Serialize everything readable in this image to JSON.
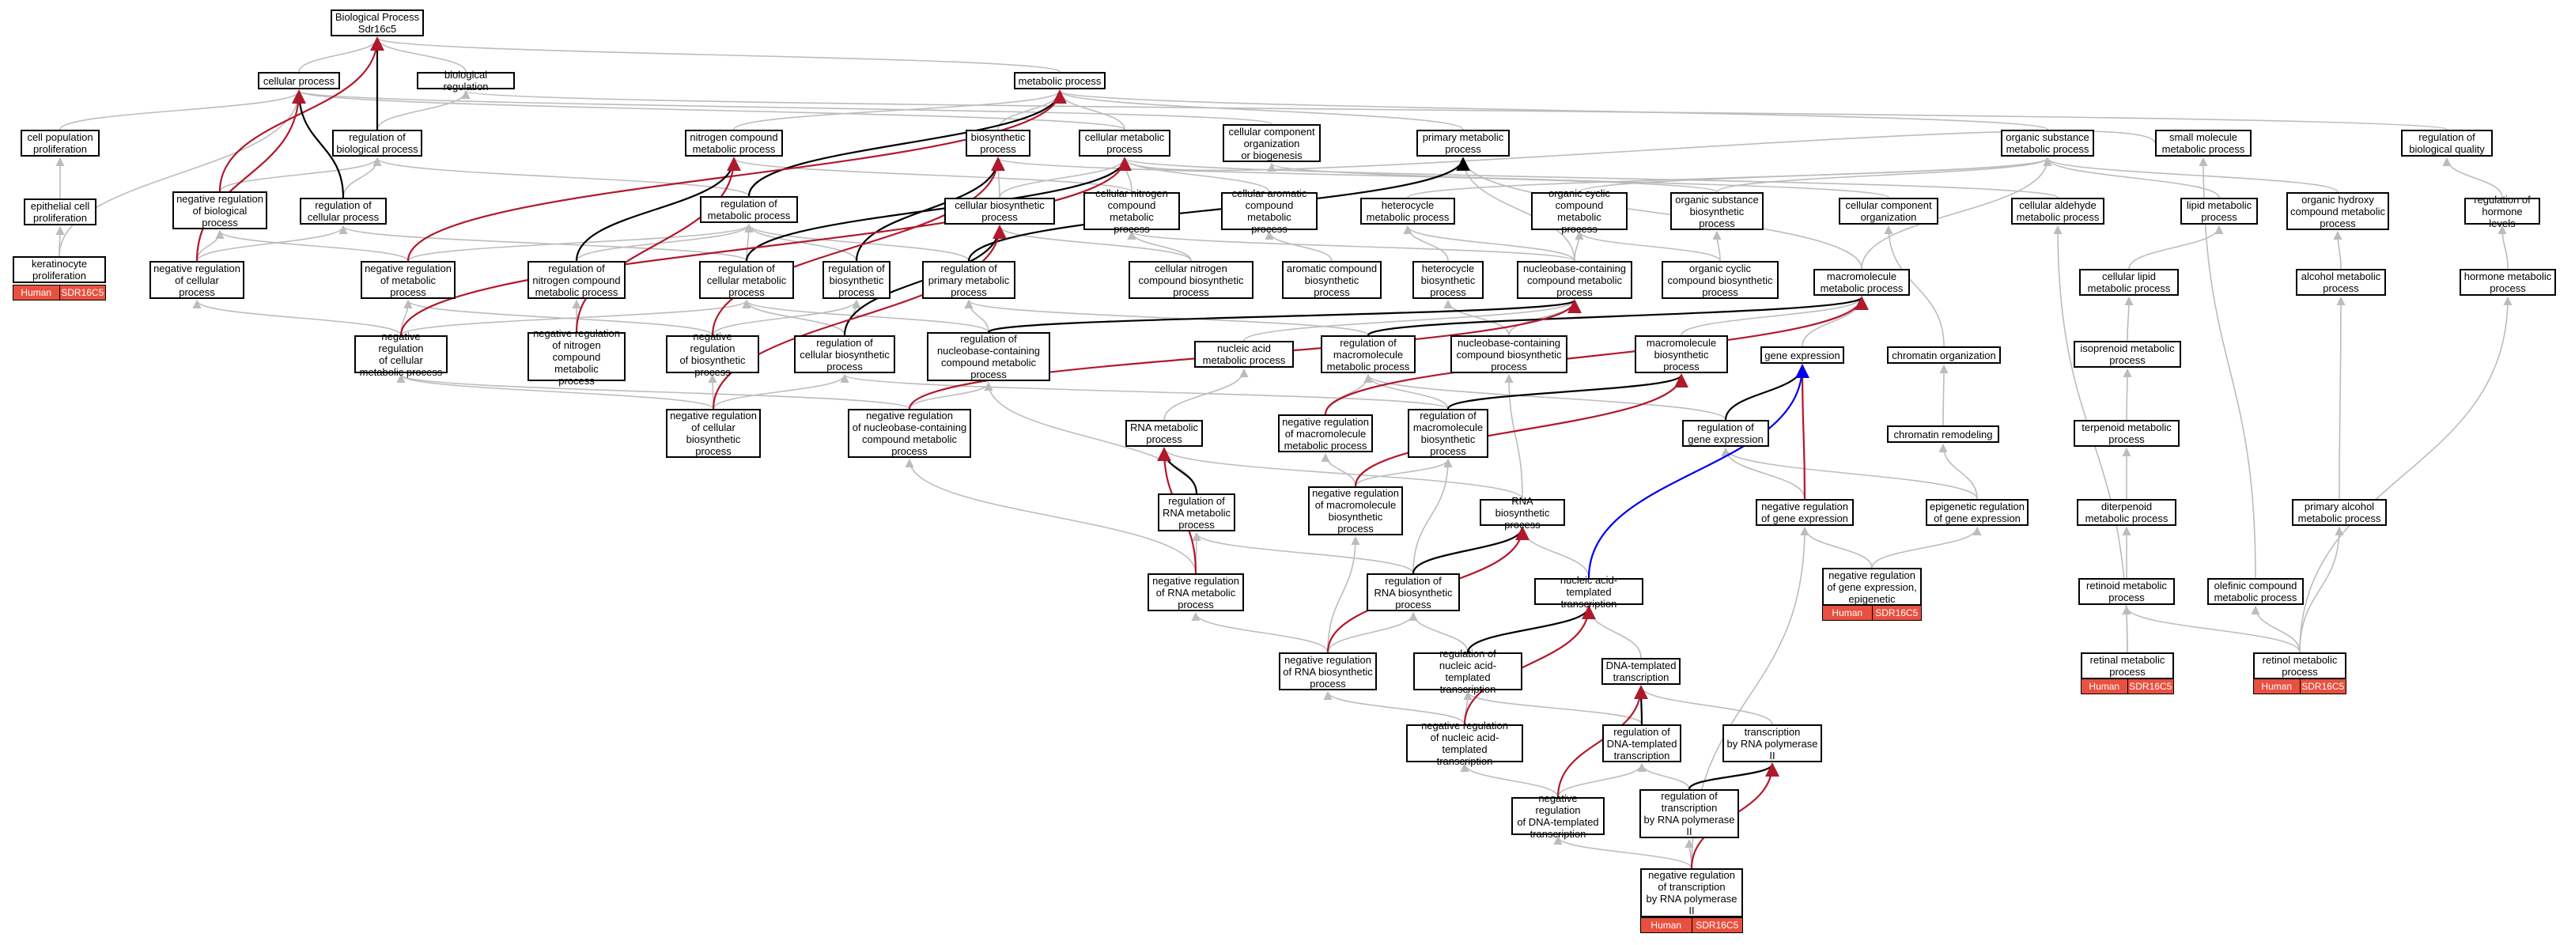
{
  "colors": {
    "gray_edge": "#bcbcbc",
    "black_edge": "#000000",
    "red_edge": "#b2182b",
    "blue_edge": "#0000ee",
    "annotation_bg": "#e8503f"
  },
  "nodes": {
    "bp_root": "Biological Process\nSdr16c5",
    "cellular_process": "cellular process",
    "biological_regulation": "biological regulation",
    "metabolic_process": "metabolic process",
    "cell_population_proliferation": "cell population\nproliferation",
    "epithelial_cell_proliferation": "epithelial cell\nproliferation",
    "keratinocyte_proliferation": "keratinocyte\nproliferation",
    "neg_reg_biological_process": "negative regulation\nof biological\nprocess",
    "regulation_biological_process": "regulation of\nbiological process",
    "regulation_cellular_process": "regulation of\ncellular process",
    "neg_reg_cellular_process": "negative regulation\nof cellular\nprocess",
    "nitrogen_compound_metabolic": "nitrogen compound\nmetabolic process",
    "biosynthetic_process": "biosynthetic\nprocess",
    "cellular_metabolic_process": "cellular metabolic\nprocess",
    "cellular_component_org": "cellular component\norganization\nor biogenesis",
    "primary_metabolic_process": "primary metabolic\nprocess",
    "organic_substance_metabolic": "organic substance\nmetabolic process",
    "small_molecule_metabolic": "small molecule\nmetabolic process",
    "regulation_biological_quality": "regulation of\nbiological quality",
    "regulation_metabolic_process": "regulation of\nmetabolic process",
    "cellular_biosynthetic_process": "cellular biosynthetic\nprocess",
    "cellular_nitrogen_compound_metabolic": "cellular nitrogen\ncompound metabolic\nprocess",
    "cellular_aromatic_compound_metabolic": "cellular aromatic\ncompound metabolic\nprocess",
    "heterocycle_metabolic": "heterocycle\nmetabolic process",
    "organic_cyclic_compound_metabolic": "organic cyclic\ncompound metabolic\nprocess",
    "organic_substance_biosynthetic": "organic substance\nbiosynthetic\nprocess",
    "cellular_component_organization": "cellular component\norganization",
    "cellular_aldehyde_metabolic": "cellular aldehyde\nmetabolic process",
    "lipid_metabolic_process": "lipid metabolic\nprocess",
    "organic_hydroxy_compound_metabolic": "organic hydroxy\ncompound metabolic\nprocess",
    "regulation_hormone_levels": "regulation of\nhormone levels",
    "neg_reg_metabolic_process": "negative regulation\nof metabolic\nprocess",
    "reg_nitrogen_compound_metabolic": "regulation of\nnitrogen compound\nmetabolic process",
    "reg_cellular_metabolic": "regulation of\ncellular metabolic\nprocess",
    "reg_biosynthetic_process": "regulation of\nbiosynthetic\nprocess",
    "reg_primary_metabolic": "regulation of\nprimary metabolic\nprocess",
    "cellular_nitrogen_compound_biosynthetic": "cellular nitrogen\ncompound biosynthetic\nprocess",
    "aromatic_compound_biosynthetic": "aromatic compound\nbiosynthetic\nprocess",
    "heterocycle_biosynthetic": "heterocycle\nbiosynthetic\nprocess",
    "nucleobase_containing_metabolic": "nucleobase-containing\ncompound metabolic\nprocess",
    "organic_cyclic_compound_biosynthetic": "organic cyclic\ncompound biosynthetic\nprocess",
    "macromolecule_metabolic": "macromolecule\nmetabolic process",
    "cellular_lipid_metabolic": "cellular lipid\nmetabolic process",
    "alcohol_metabolic": "alcohol metabolic\nprocess",
    "hormone_metabolic": "hormone metabolic\nprocess",
    "neg_reg_cellular_metabolic": "negative regulation\nof cellular\nmetabolic process",
    "neg_reg_nitrogen_compound_metabolic": "negative regulation\nof nitrogen\ncompound metabolic\nprocess",
    "neg_reg_biosynthetic": "negative regulation\nof biosynthetic\nprocess",
    "reg_cellular_biosynthetic": "regulation of\ncellular biosynthetic\nprocess",
    "reg_nucleobase_metabolic": "regulation of\nnucleobase-containing\ncompound metabolic\nprocess",
    "nucleic_acid_metabolic": "nucleic acid\nmetabolic process",
    "reg_macromolecule_metabolic": "regulation of\nmacromolecule\nmetabolic process",
    "nucleobase_biosynthetic": "nucleobase-containing\ncompound biosynthetic\nprocess",
    "macromolecule_biosynthetic": "macromolecule\nbiosynthetic\nprocess",
    "gene_expression": "gene expression",
    "chromatin_organization": "chromatin organization",
    "isoprenoid_metabolic": "isoprenoid metabolic\nprocess",
    "neg_reg_cellular_biosynthetic": "negative regulation\nof cellular\nbiosynthetic\nprocess",
    "neg_reg_nucleobase_metabolic": "negative regulation\nof nucleobase-containing\ncompound metabolic\nprocess",
    "rna_metabolic": "RNA metabolic\nprocess",
    "neg_reg_macromolecule_metabolic": "negative regulation\nof macromolecule\nmetabolic process",
    "reg_macromolecule_biosynthetic": "regulation of\nmacromolecule\nbiosynthetic\nprocess",
    "reg_gene_expression": "regulation of\ngene expression",
    "chromatin_remodeling": "chromatin remodeling",
    "terpenoid_metabolic": "terpenoid metabolic\nprocess",
    "reg_rna_metabolic": "regulation of\nRNA metabolic\nprocess",
    "neg_reg_macromolecule_biosynthetic": "negative regulation\nof macromolecule\nbiosynthetic\nprocess",
    "rna_biosynthetic": "RNA biosynthetic\nprocess",
    "neg_reg_gene_expression": "negative regulation\nof gene expression",
    "epigenetic_reg_gene_expression": "epigenetic regulation\nof gene expression",
    "diterpenoid_metabolic": "diterpenoid\nmetabolic process",
    "primary_alcohol_metabolic": "primary alcohol\nmetabolic process",
    "neg_reg_rna_metabolic": "negative regulation\nof RNA metabolic\nprocess",
    "reg_rna_biosynthetic": "regulation of\nRNA biosynthetic\nprocess",
    "nucleic_acid_templated_transcription": "nucleic acid-templated\ntranscription",
    "neg_reg_gene_expression_epigenetic": "negative regulation\nof gene expression,\nepigenetic",
    "retinoid_metabolic": "retinoid metabolic\nprocess",
    "olefinic_compound_metabolic": "olefinic compound\nmetabolic process",
    "neg_reg_rna_biosynthetic": "negative regulation\nof RNA biosynthetic\nprocess",
    "reg_nucleic_acid_templated_transcription": "regulation of\nnucleic acid-templated\ntranscription",
    "dna_templated_transcription": "DNA-templated\ntranscription",
    "retinal_metabolic": "retinal metabolic\nprocess",
    "retinol_metabolic": "retinol metabolic\nprocess",
    "neg_reg_nucleic_acid_templated_transcription": "negative regulation\nof nucleic acid-templated\ntranscription",
    "reg_dna_templated_transcription": "regulation of\nDNA-templated\ntranscription",
    "transcription_rna_pol_ii": "transcription\nby RNA polymerase\nII",
    "reg_transcription_rna_pol_ii": "regulation of\ntranscription\nby RNA polymerase\nII",
    "neg_reg_dna_templated_transcription": "negative regulation\nof DNA-templated\ntranscription",
    "neg_reg_transcription_rna_pol_ii": "negative regulation\nof transcription\nby RNA polymerase\nII"
  },
  "annotations": {
    "species": "Human",
    "gene": "SDR16C5"
  }
}
